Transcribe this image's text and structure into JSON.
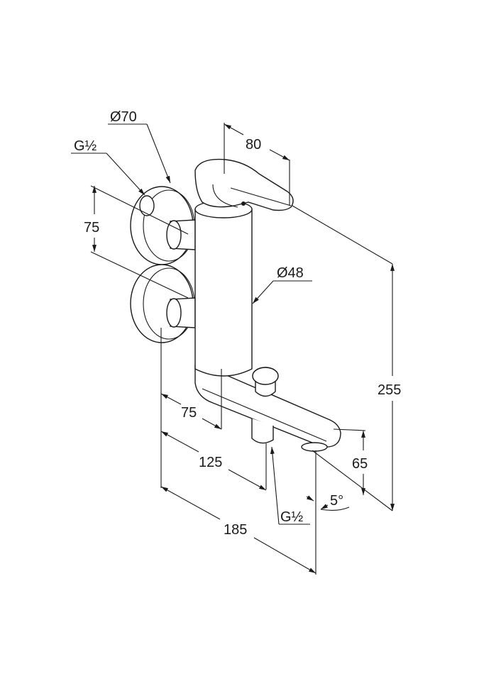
{
  "drawing": {
    "title": "Wall-mounted bath mixer dimension drawing",
    "labels": {
      "rosette_diameter": "Ø70",
      "inlet_thread_top": "G½",
      "handle_length": "80",
      "inlet_spacing": "75",
      "body_diameter": "Ø48",
      "body_offset": "75",
      "outlet_offset": "125",
      "spout_projection": "185",
      "total_height": "255",
      "spout_height": "65",
      "outlet_thread": "G½",
      "spout_angle": "5°"
    }
  }
}
